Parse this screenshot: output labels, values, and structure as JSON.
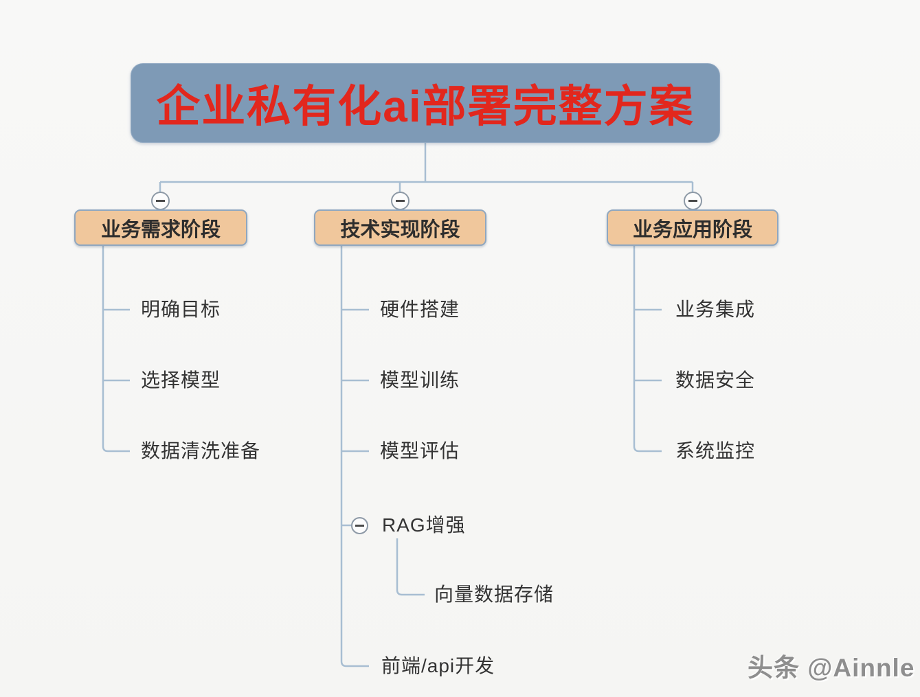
{
  "title": "企业私有化ai部署完整方案",
  "watermark": "头条 @Ainnle",
  "colors": {
    "title_box_fill": "#7e9ab6",
    "title_text": "#e2271d",
    "branch_box_fill": "#f0c79c",
    "branch_box_border": "#8fa7c0",
    "connector_line": "#a8bed2",
    "leaf_text": "#333333",
    "watermark_text": "#8e8e8e"
  },
  "icons": {
    "collapse_toggle": "minus-icon"
  },
  "branches": [
    {
      "label": "业务需求阶段",
      "children": [
        {
          "label": "明确目标"
        },
        {
          "label": "选择模型"
        },
        {
          "label": "数据清洗准备"
        }
      ]
    },
    {
      "label": "技术实现阶段",
      "children": [
        {
          "label": "硬件搭建"
        },
        {
          "label": "模型训练"
        },
        {
          "label": "模型评估"
        },
        {
          "label": "RAG增强",
          "children": [
            {
              "label": "向量数据存储"
            }
          ]
        },
        {
          "label": "前端/api开发"
        }
      ]
    },
    {
      "label": "业务应用阶段",
      "children": [
        {
          "label": "业务集成"
        },
        {
          "label": "数据安全"
        },
        {
          "label": "系统监控"
        }
      ]
    }
  ]
}
